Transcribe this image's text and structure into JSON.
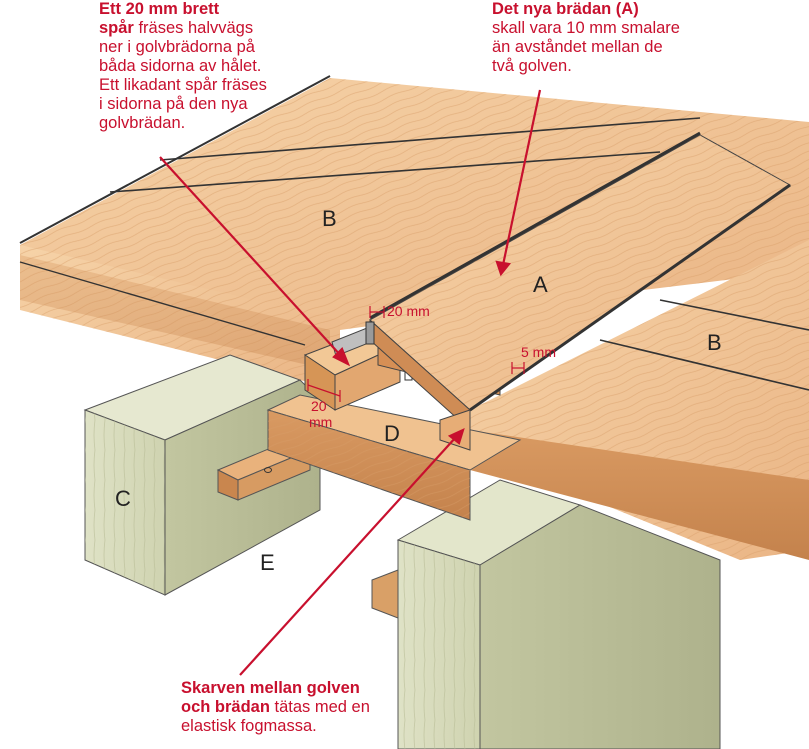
{
  "callouts": {
    "groove": {
      "bold1": "Ett 20 mm brett",
      "bold2": "spår",
      "rest2": " fräses halvvägs",
      "line3": "ner i golvbrädorna på",
      "line4": "båda sidorna av hålet.",
      "line5": "Ett likadant spår fräses",
      "line6": "i sidorna på den nya",
      "line7": "golvbrädan."
    },
    "board": {
      "bold1": "Det nya brädan (A)",
      "line2": "skall vara 10 mm smalare",
      "line3": "än avståndet mellan de",
      "line4": "två golven."
    },
    "joint": {
      "bold1": "Skarven mellan golven",
      "bold2": "och brädan",
      "rest2": " tätas med en",
      "line3": "elastisk fogmassa."
    }
  },
  "labels": {
    "a": "A",
    "b_left": "B",
    "b_right": "B",
    "c": "C",
    "d": "D",
    "e": "E"
  },
  "dimensions": {
    "top_20": "20 mm",
    "gap_5": "5 mm",
    "bottom_20_a": "20",
    "bottom_20_b": "mm"
  },
  "colors": {
    "callout": "#c8102e",
    "wood_light": "#f3c99a",
    "wood_mid": "#e8b27c",
    "wood_dark": "#c98a56",
    "beam_green": "#d9dcbf",
    "beam_shadow": "#b9bd98"
  }
}
